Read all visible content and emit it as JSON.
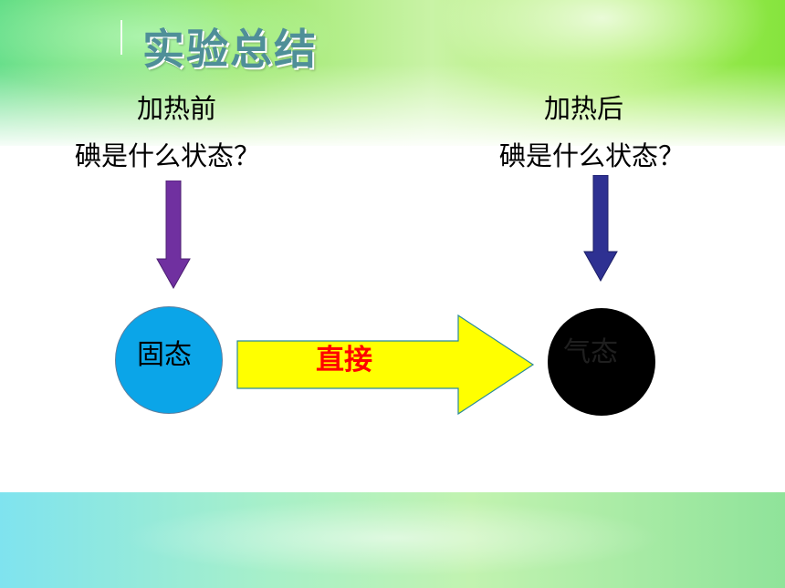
{
  "slide": {
    "title": "实验总结",
    "before": {
      "heading": "加热前",
      "question": "碘是什么状态？"
    },
    "after": {
      "heading": "加热后",
      "question": "碘是什么状态？"
    },
    "states": {
      "solid": "固态",
      "gas": "气态"
    },
    "process_label": "直接"
  },
  "colors": {
    "arrow_before": "#7030a0",
    "arrow_after": "#2e3192",
    "solid_circle": "#0ba5e8",
    "gas_circle": "#000000",
    "process_arrow": "#ffff00",
    "process_label": "#ff0000"
  }
}
